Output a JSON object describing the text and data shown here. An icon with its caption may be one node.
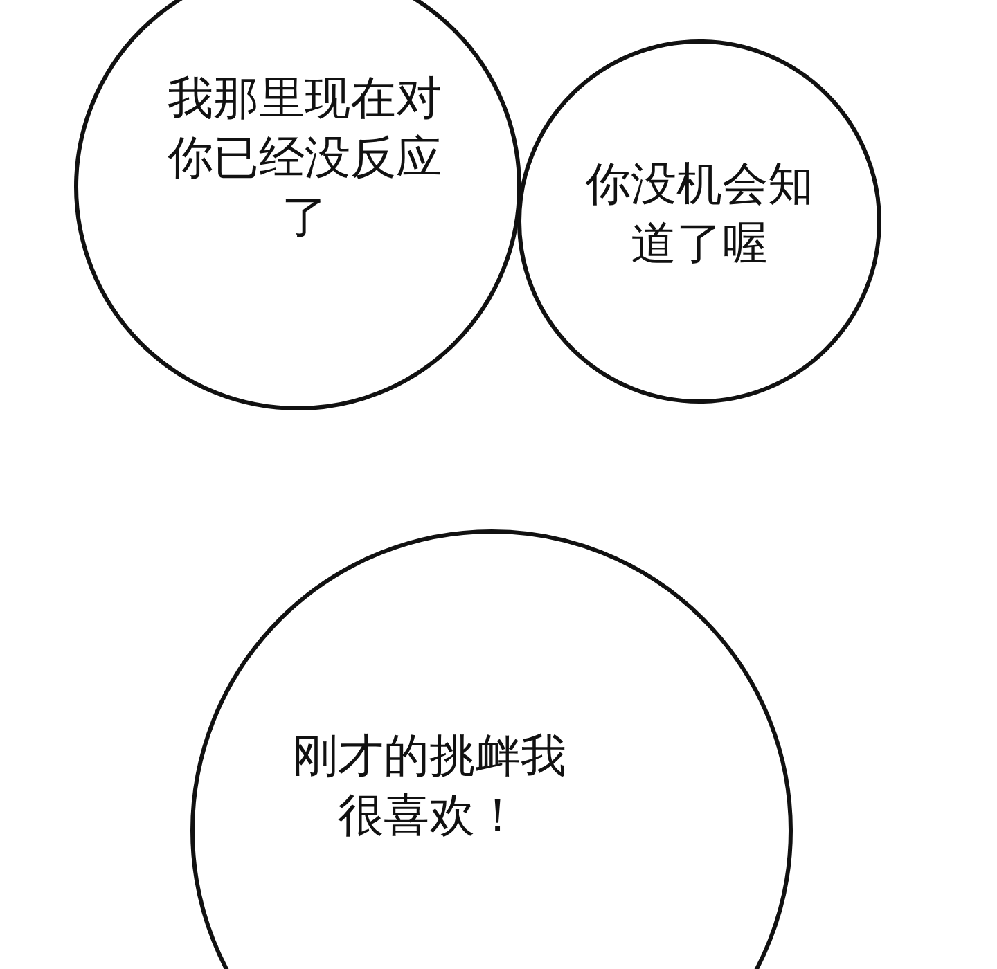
{
  "diagram": {
    "nodes": [
      {
        "text": [
          "我那里现在对你已经没反应了"
        ]
      },
      {
        "text": [
          "你没机会知道了喔"
        ]
      },
      {
        "text": [
          "刚才的挑衅我很喜欢！"
        ]
      }
    ]
  }
}
